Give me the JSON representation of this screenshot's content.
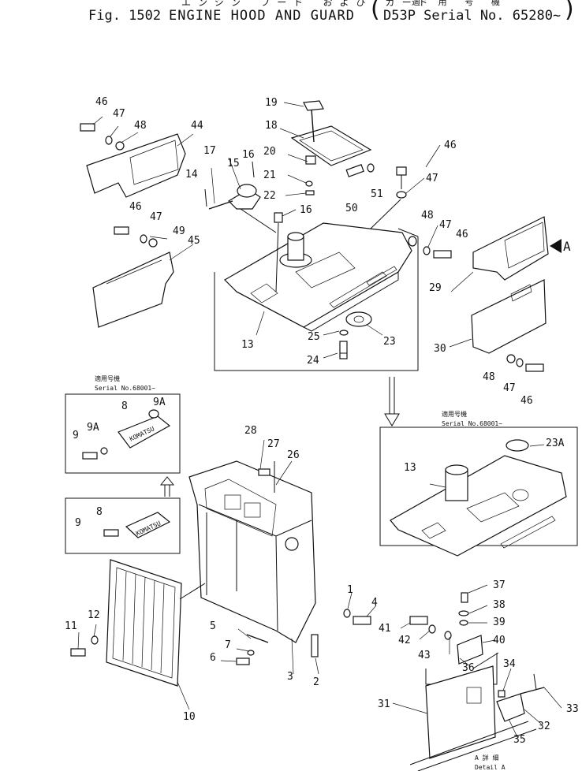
{
  "header": {
    "jp_title": "エンジン フード および ガード",
    "fig_number": "Fig. 1502",
    "fig_title": "ENGINE HOOD AND GUARD",
    "applicable_jp": "適 用 号 機",
    "applicable_serial": "D53P Serial No. 65280~"
  },
  "insets": {
    "upper_left_jp": "適用号機",
    "upper_left_serial": "Serial No.68001~",
    "right_jp": "適用号機",
    "right_serial": "Serial No.68001~",
    "detail_jp": "A 詳 細",
    "detail_en": "Detail A",
    "view_arrow": "A",
    "badge_text": "KOMATSU"
  },
  "callouts": [
    "46",
    "47",
    "48",
    "44",
    "19",
    "18",
    "20",
    "21",
    "22",
    "16",
    "15",
    "14",
    "16",
    "17",
    "51",
    "50",
    "46",
    "47",
    "48",
    "47",
    "46",
    "29",
    "46",
    "47",
    "49",
    "45",
    "13",
    "25",
    "23",
    "24",
    "30",
    "48",
    "47",
    "46",
    "8",
    "9A",
    "9",
    "9A",
    "8",
    "9",
    "28",
    "27",
    "26",
    "13",
    "23A",
    "11",
    "12",
    "10",
    "5",
    "7",
    "6",
    "3",
    "2",
    "1",
    "4",
    "37",
    "38",
    "39",
    "40",
    "41",
    "42",
    "43",
    "36",
    "34",
    "31",
    "33",
    "32",
    "35"
  ]
}
